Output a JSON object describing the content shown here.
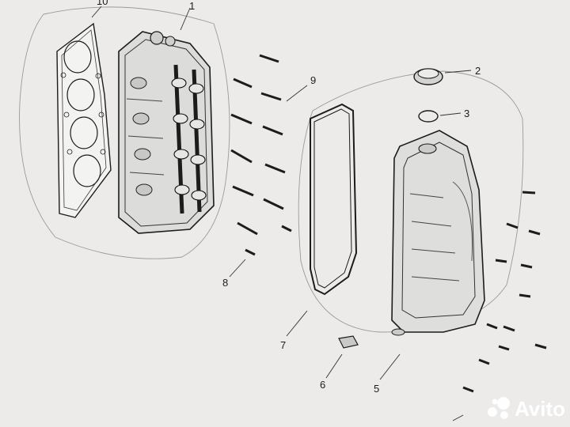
{
  "diagram": {
    "callouts": [
      {
        "id": "10",
        "label": "10"
      },
      {
        "id": "1",
        "label": "1"
      },
      {
        "id": "2",
        "label": "2"
      },
      {
        "id": "3",
        "label": "3"
      },
      {
        "id": "4",
        "label": ""
      },
      {
        "id": "5",
        "label": "5"
      },
      {
        "id": "6",
        "label": "6"
      },
      {
        "id": "7",
        "label": "7"
      },
      {
        "id": "8",
        "label": "8"
      },
      {
        "id": "9",
        "label": "9"
      }
    ],
    "parts": [
      {
        "callout": "1",
        "name": "cylinder-head-with-camshafts"
      },
      {
        "callout": "2",
        "name": "oil-filler-cap"
      },
      {
        "callout": "3",
        "name": "o-ring"
      },
      {
        "callout": "5",
        "name": "cylinder-head-cover"
      },
      {
        "callout": "6",
        "name": "small-block-part"
      },
      {
        "callout": "7",
        "name": "cover-gasket"
      },
      {
        "callout": "8",
        "name": "small-bolt"
      },
      {
        "callout": "9",
        "name": "head-bolts"
      },
      {
        "callout": "10",
        "name": "head-gasket"
      }
    ]
  },
  "watermark": {
    "text": "Avito",
    "icon": "avito-logo-icon"
  }
}
